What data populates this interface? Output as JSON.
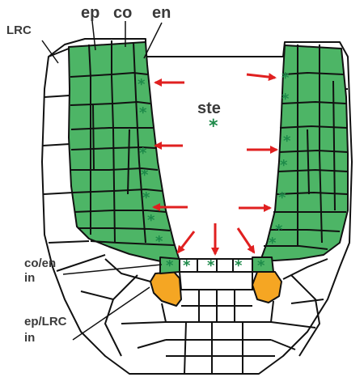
{
  "labels": {
    "lrc": "LRC",
    "ep": "ep",
    "co": "co",
    "en": "en",
    "ste": "ste",
    "co_en_in_line1": "co/en",
    "co_en_in_line2": "in",
    "ep_lrc_in_line1": "ep/LRC",
    "ep_lrc_in_line2": "in"
  },
  "marker": "*",
  "colors": {
    "tissue_green": "#4db566",
    "initial_orange": "#f5a623",
    "arrow_red": "#e02020",
    "marker_green": "#1e8a4a"
  }
}
